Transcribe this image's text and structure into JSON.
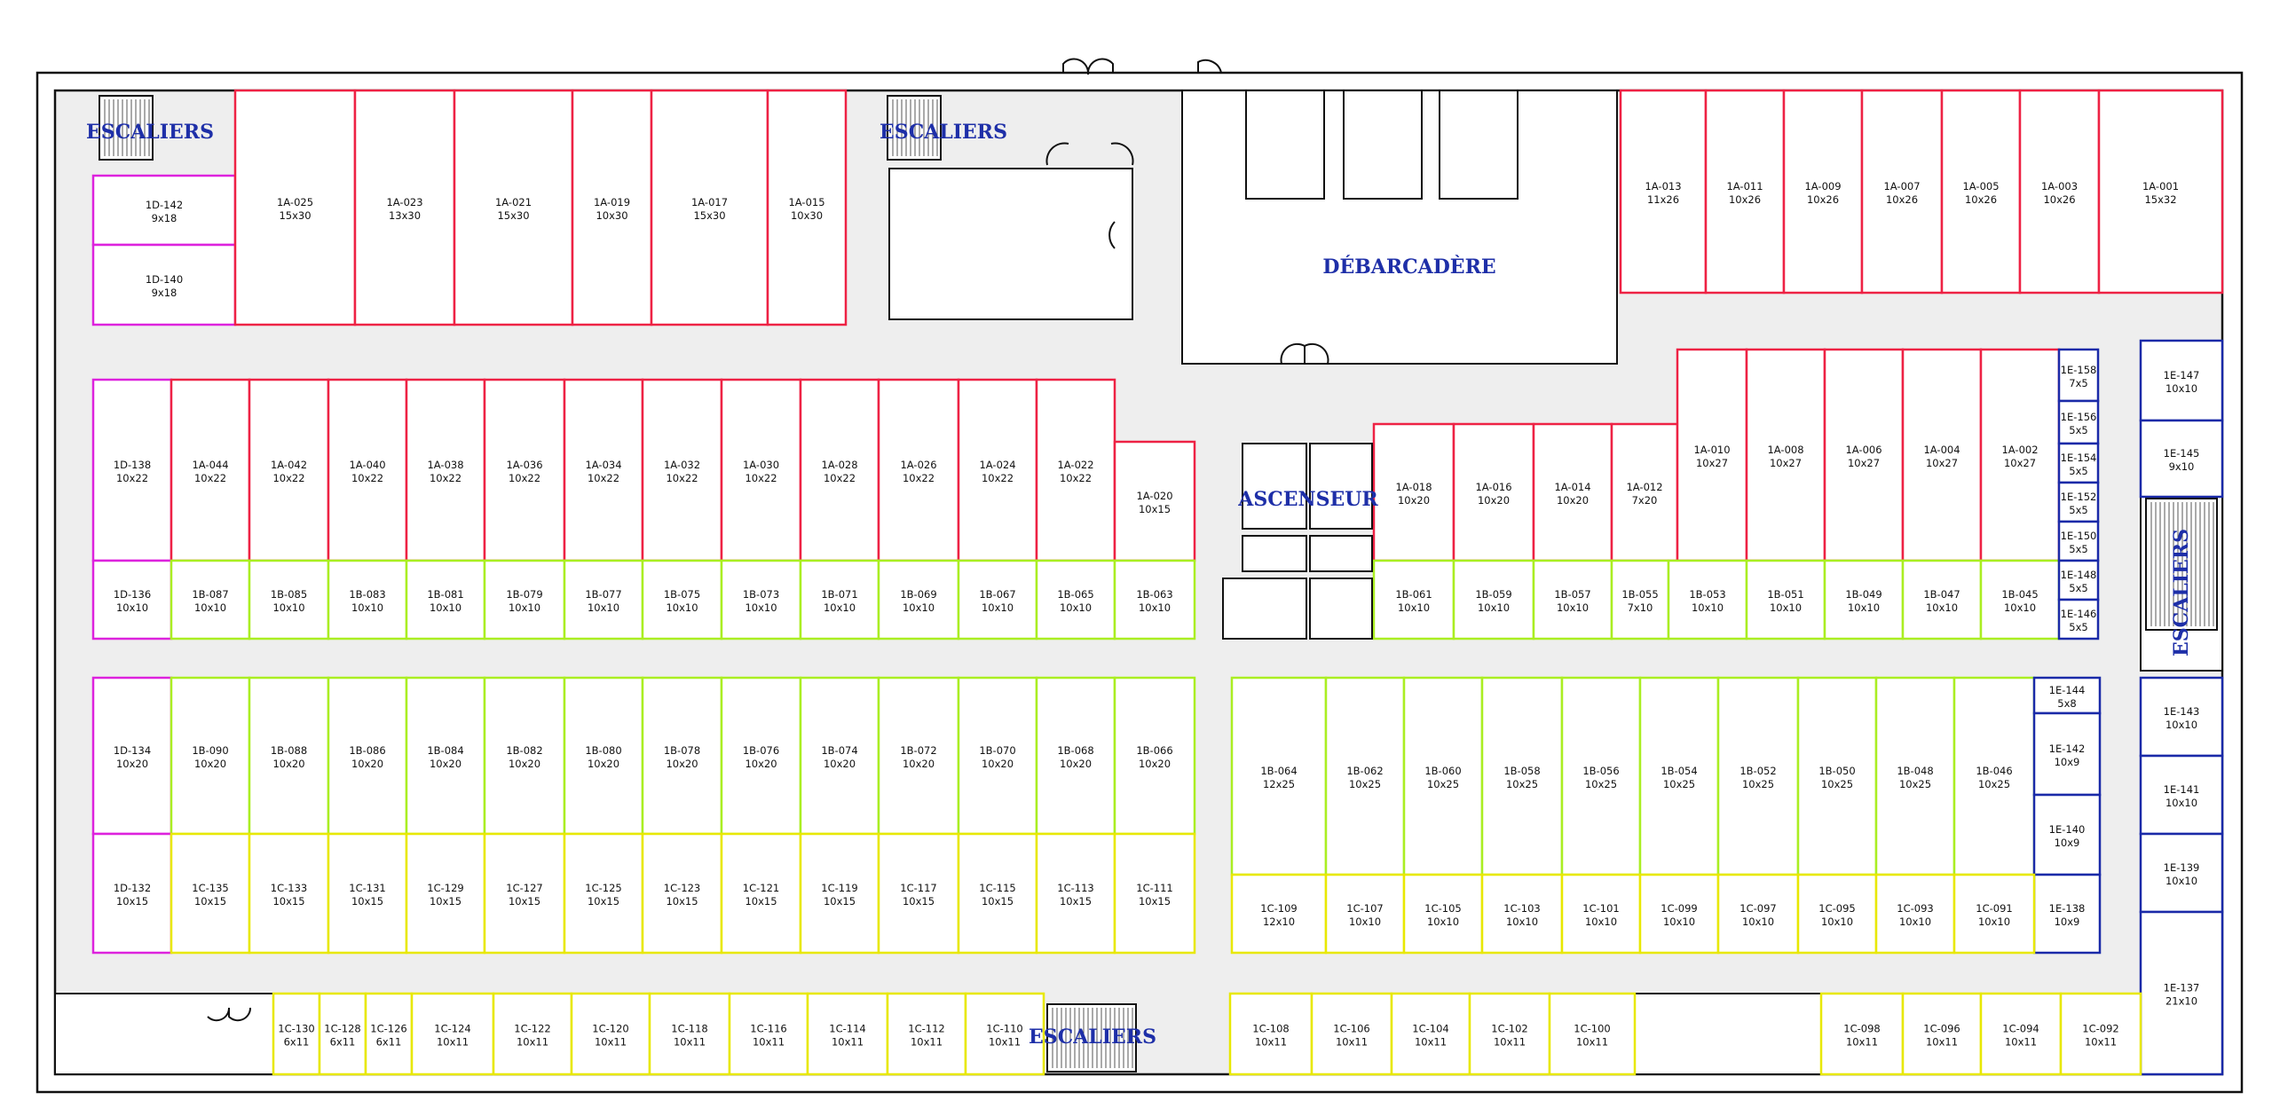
{
  "colors": {
    "background": "#ffffff",
    "corridor": "#eeeeee",
    "wall": "#111111",
    "series_1A": "#ee2244",
    "series_1B": "#aaee22",
    "series_1C": "#e8e800",
    "series_1D": "#dd22dd",
    "series_1E": "#1a2aa8",
    "landmark_text": "#1e2fa8"
  },
  "landmarks": {
    "stairs_label": "ESCALIERS",
    "dock_label": "DÉBARCADÈRE",
    "elevator_label": "ASCENSEUR"
  },
  "units": [
    {
      "id": "1D-142",
      "size": "9x18",
      "series": "1D"
    },
    {
      "id": "1D-140",
      "size": "9x18",
      "series": "1D"
    },
    {
      "id": "1A-025",
      "size": "15x30",
      "series": "1A"
    },
    {
      "id": "1A-023",
      "size": "13x30",
      "series": "1A"
    },
    {
      "id": "1A-021",
      "size": "15x30",
      "series": "1A"
    },
    {
      "id": "1A-019",
      "size": "10x30",
      "series": "1A"
    },
    {
      "id": "1A-017",
      "size": "15x30",
      "series": "1A"
    },
    {
      "id": "1A-015",
      "size": "10x30",
      "series": "1A"
    },
    {
      "id": "1A-013",
      "size": "11x26",
      "series": "1A"
    },
    {
      "id": "1A-011",
      "size": "10x26",
      "series": "1A"
    },
    {
      "id": "1A-009",
      "size": "10x26",
      "series": "1A"
    },
    {
      "id": "1A-007",
      "size": "10x26",
      "series": "1A"
    },
    {
      "id": "1A-005",
      "size": "10x26",
      "series": "1A"
    },
    {
      "id": "1A-003",
      "size": "10x26",
      "series": "1A"
    },
    {
      "id": "1A-001",
      "size": "15x32",
      "series": "1A"
    },
    {
      "id": "1D-138",
      "size": "10x22",
      "series": "1D"
    },
    {
      "id": "1A-044",
      "size": "10x22",
      "series": "1A"
    },
    {
      "id": "1A-042",
      "size": "10x22",
      "series": "1A"
    },
    {
      "id": "1A-040",
      "size": "10x22",
      "series": "1A"
    },
    {
      "id": "1A-038",
      "size": "10x22",
      "series": "1A"
    },
    {
      "id": "1A-036",
      "size": "10x22",
      "series": "1A"
    },
    {
      "id": "1A-034",
      "size": "10x22",
      "series": "1A"
    },
    {
      "id": "1A-032",
      "size": "10x22",
      "series": "1A"
    },
    {
      "id": "1A-030",
      "size": "10x22",
      "series": "1A"
    },
    {
      "id": "1A-028",
      "size": "10x22",
      "series": "1A"
    },
    {
      "id": "1A-026",
      "size": "10x22",
      "series": "1A"
    },
    {
      "id": "1A-024",
      "size": "10x22",
      "series": "1A"
    },
    {
      "id": "1A-022",
      "size": "10x22",
      "series": "1A"
    },
    {
      "id": "1A-020",
      "size": "10x15",
      "series": "1A"
    },
    {
      "id": "1D-136",
      "size": "10x10",
      "series": "1D"
    },
    {
      "id": "1B-087",
      "size": "10x10",
      "series": "1B"
    },
    {
      "id": "1B-085",
      "size": "10x10",
      "series": "1B"
    },
    {
      "id": "1B-083",
      "size": "10x10",
      "series": "1B"
    },
    {
      "id": "1B-081",
      "size": "10x10",
      "series": "1B"
    },
    {
      "id": "1B-079",
      "size": "10x10",
      "series": "1B"
    },
    {
      "id": "1B-077",
      "size": "10x10",
      "series": "1B"
    },
    {
      "id": "1B-075",
      "size": "10x10",
      "series": "1B"
    },
    {
      "id": "1B-073",
      "size": "10x10",
      "series": "1B"
    },
    {
      "id": "1B-071",
      "size": "10x10",
      "series": "1B"
    },
    {
      "id": "1B-069",
      "size": "10x10",
      "series": "1B"
    },
    {
      "id": "1B-067",
      "size": "10x10",
      "series": "1B"
    },
    {
      "id": "1B-065",
      "size": "10x10",
      "series": "1B"
    },
    {
      "id": "1B-063",
      "size": "10x10",
      "series": "1B"
    },
    {
      "id": "1A-018",
      "size": "10x20",
      "series": "1A"
    },
    {
      "id": "1A-016",
      "size": "10x20",
      "series": "1A"
    },
    {
      "id": "1A-014",
      "size": "10x20",
      "series": "1A"
    },
    {
      "id": "1A-012",
      "size": "7x20",
      "series": "1A"
    },
    {
      "id": "1A-010",
      "size": "10x27",
      "series": "1A"
    },
    {
      "id": "1A-008",
      "size": "10x27",
      "series": "1A"
    },
    {
      "id": "1A-006",
      "size": "10x27",
      "series": "1A"
    },
    {
      "id": "1A-004",
      "size": "10x27",
      "series": "1A"
    },
    {
      "id": "1A-002",
      "size": "10x27",
      "series": "1A"
    },
    {
      "id": "1B-061",
      "size": "10x10",
      "series": "1B"
    },
    {
      "id": "1B-059",
      "size": "10x10",
      "series": "1B"
    },
    {
      "id": "1B-057",
      "size": "10x10",
      "series": "1B"
    },
    {
      "id": "1B-055",
      "size": "7x10",
      "series": "1B"
    },
    {
      "id": "1B-053",
      "size": "10x10",
      "series": "1B"
    },
    {
      "id": "1B-051",
      "size": "10x10",
      "series": "1B"
    },
    {
      "id": "1B-049",
      "size": "10x10",
      "series": "1B"
    },
    {
      "id": "1B-047",
      "size": "10x10",
      "series": "1B"
    },
    {
      "id": "1B-045",
      "size": "10x10",
      "series": "1B"
    },
    {
      "id": "1E-158",
      "size": "7x5",
      "series": "1E"
    },
    {
      "id": "1E-156",
      "size": "5x5",
      "series": "1E"
    },
    {
      "id": "1E-154",
      "size": "5x5",
      "series": "1E"
    },
    {
      "id": "1E-152",
      "size": "5x5",
      "series": "1E"
    },
    {
      "id": "1E-150",
      "size": "5x5",
      "series": "1E"
    },
    {
      "id": "1E-148",
      "size": "5x5",
      "series": "1E"
    },
    {
      "id": "1E-146",
      "size": "5x5",
      "series": "1E"
    },
    {
      "id": "1E-147",
      "size": "10x10",
      "series": "1E"
    },
    {
      "id": "1E-145",
      "size": "9x10",
      "series": "1E"
    },
    {
      "id": "1D-134",
      "size": "10x20",
      "series": "1D"
    },
    {
      "id": "1B-090",
      "size": "10x20",
      "series": "1B"
    },
    {
      "id": "1B-088",
      "size": "10x20",
      "series": "1B"
    },
    {
      "id": "1B-086",
      "size": "10x20",
      "series": "1B"
    },
    {
      "id": "1B-084",
      "size": "10x20",
      "series": "1B"
    },
    {
      "id": "1B-082",
      "size": "10x20",
      "series": "1B"
    },
    {
      "id": "1B-080",
      "size": "10x20",
      "series": "1B"
    },
    {
      "id": "1B-078",
      "size": "10x20",
      "series": "1B"
    },
    {
      "id": "1B-076",
      "size": "10x20",
      "series": "1B"
    },
    {
      "id": "1B-074",
      "size": "10x20",
      "series": "1B"
    },
    {
      "id": "1B-072",
      "size": "10x20",
      "series": "1B"
    },
    {
      "id": "1B-070",
      "size": "10x20",
      "series": "1B"
    },
    {
      "id": "1B-068",
      "size": "10x20",
      "series": "1B"
    },
    {
      "id": "1B-066",
      "size": "10x20",
      "series": "1B"
    },
    {
      "id": "1D-132",
      "size": "10x15",
      "series": "1D"
    },
    {
      "id": "1C-135",
      "size": "10x15",
      "series": "1C"
    },
    {
      "id": "1C-133",
      "size": "10x15",
      "series": "1C"
    },
    {
      "id": "1C-131",
      "size": "10x15",
      "series": "1C"
    },
    {
      "id": "1C-129",
      "size": "10x15",
      "series": "1C"
    },
    {
      "id": "1C-127",
      "size": "10x15",
      "series": "1C"
    },
    {
      "id": "1C-125",
      "size": "10x15",
      "series": "1C"
    },
    {
      "id": "1C-123",
      "size": "10x15",
      "series": "1C"
    },
    {
      "id": "1C-121",
      "size": "10x15",
      "series": "1C"
    },
    {
      "id": "1C-119",
      "size": "10x15",
      "series": "1C"
    },
    {
      "id": "1C-117",
      "size": "10x15",
      "series": "1C"
    },
    {
      "id": "1C-115",
      "size": "10x15",
      "series": "1C"
    },
    {
      "id": "1C-113",
      "size": "10x15",
      "series": "1C"
    },
    {
      "id": "1C-111",
      "size": "10x15",
      "series": "1C"
    },
    {
      "id": "1B-064",
      "size": "12x25",
      "series": "1B"
    },
    {
      "id": "1B-062",
      "size": "10x25",
      "series": "1B"
    },
    {
      "id": "1B-060",
      "size": "10x25",
      "series": "1B"
    },
    {
      "id": "1B-058",
      "size": "10x25",
      "series": "1B"
    },
    {
      "id": "1B-056",
      "size": "10x25",
      "series": "1B"
    },
    {
      "id": "1B-054",
      "size": "10x25",
      "series": "1B"
    },
    {
      "id": "1B-052",
      "size": "10x25",
      "series": "1B"
    },
    {
      "id": "1B-050",
      "size": "10x25",
      "series": "1B"
    },
    {
      "id": "1B-048",
      "size": "10x25",
      "series": "1B"
    },
    {
      "id": "1B-046",
      "size": "10x25",
      "series": "1B"
    },
    {
      "id": "1E-144",
      "size": "5x8",
      "series": "1E"
    },
    {
      "id": "1E-142",
      "size": "10x9",
      "series": "1E"
    },
    {
      "id": "1E-140",
      "size": "10x9",
      "series": "1E"
    },
    {
      "id": "1E-138",
      "size": "10x9",
      "series": "1E"
    },
    {
      "id": "1C-109",
      "size": "12x10",
      "series": "1C"
    },
    {
      "id": "1C-107",
      "size": "10x10",
      "series": "1C"
    },
    {
      "id": "1C-105",
      "size": "10x10",
      "series": "1C"
    },
    {
      "id": "1C-103",
      "size": "10x10",
      "series": "1C"
    },
    {
      "id": "1C-101",
      "size": "10x10",
      "series": "1C"
    },
    {
      "id": "1C-099",
      "size": "10x10",
      "series": "1C"
    },
    {
      "id": "1C-097",
      "size": "10x10",
      "series": "1C"
    },
    {
      "id": "1C-095",
      "size": "10x10",
      "series": "1C"
    },
    {
      "id": "1C-093",
      "size": "10x10",
      "series": "1C"
    },
    {
      "id": "1C-091",
      "size": "10x10",
      "series": "1C"
    },
    {
      "id": "1E-143",
      "size": "10x10",
      "series": "1E"
    },
    {
      "id": "1E-141",
      "size": "10x10",
      "series": "1E"
    },
    {
      "id": "1E-139",
      "size": "10x10",
      "series": "1E"
    },
    {
      "id": "1E-137",
      "size": "21x10",
      "series": "1E"
    },
    {
      "id": "1C-130",
      "size": "6x11",
      "series": "1C"
    },
    {
      "id": "1C-128",
      "size": "6x11",
      "series": "1C"
    },
    {
      "id": "1C-126",
      "size": "6x11",
      "series": "1C"
    },
    {
      "id": "1C-124",
      "size": "10x11",
      "series": "1C"
    },
    {
      "id": "1C-122",
      "size": "10x11",
      "series": "1C"
    },
    {
      "id": "1C-120",
      "size": "10x11",
      "series": "1C"
    },
    {
      "id": "1C-118",
      "size": "10x11",
      "series": "1C"
    },
    {
      "id": "1C-116",
      "size": "10x11",
      "series": "1C"
    },
    {
      "id": "1C-114",
      "size": "10x11",
      "series": "1C"
    },
    {
      "id": "1C-112",
      "size": "10x11",
      "series": "1C"
    },
    {
      "id": "1C-110",
      "size": "10x11",
      "series": "1C"
    },
    {
      "id": "1C-108",
      "size": "10x11",
      "series": "1C"
    },
    {
      "id": "1C-106",
      "size": "10x11",
      "series": "1C"
    },
    {
      "id": "1C-104",
      "size": "10x11",
      "series": "1C"
    },
    {
      "id": "1C-102",
      "size": "10x11",
      "series": "1C"
    },
    {
      "id": "1C-100",
      "size": "10x11",
      "series": "1C"
    },
    {
      "id": "1C-098",
      "size": "10x11",
      "series": "1C"
    },
    {
      "id": "1C-096",
      "size": "10x11",
      "series": "1C"
    },
    {
      "id": "1C-094",
      "size": "10x11",
      "series": "1C"
    },
    {
      "id": "1C-092",
      "size": "10x11",
      "series": "1C"
    }
  ]
}
